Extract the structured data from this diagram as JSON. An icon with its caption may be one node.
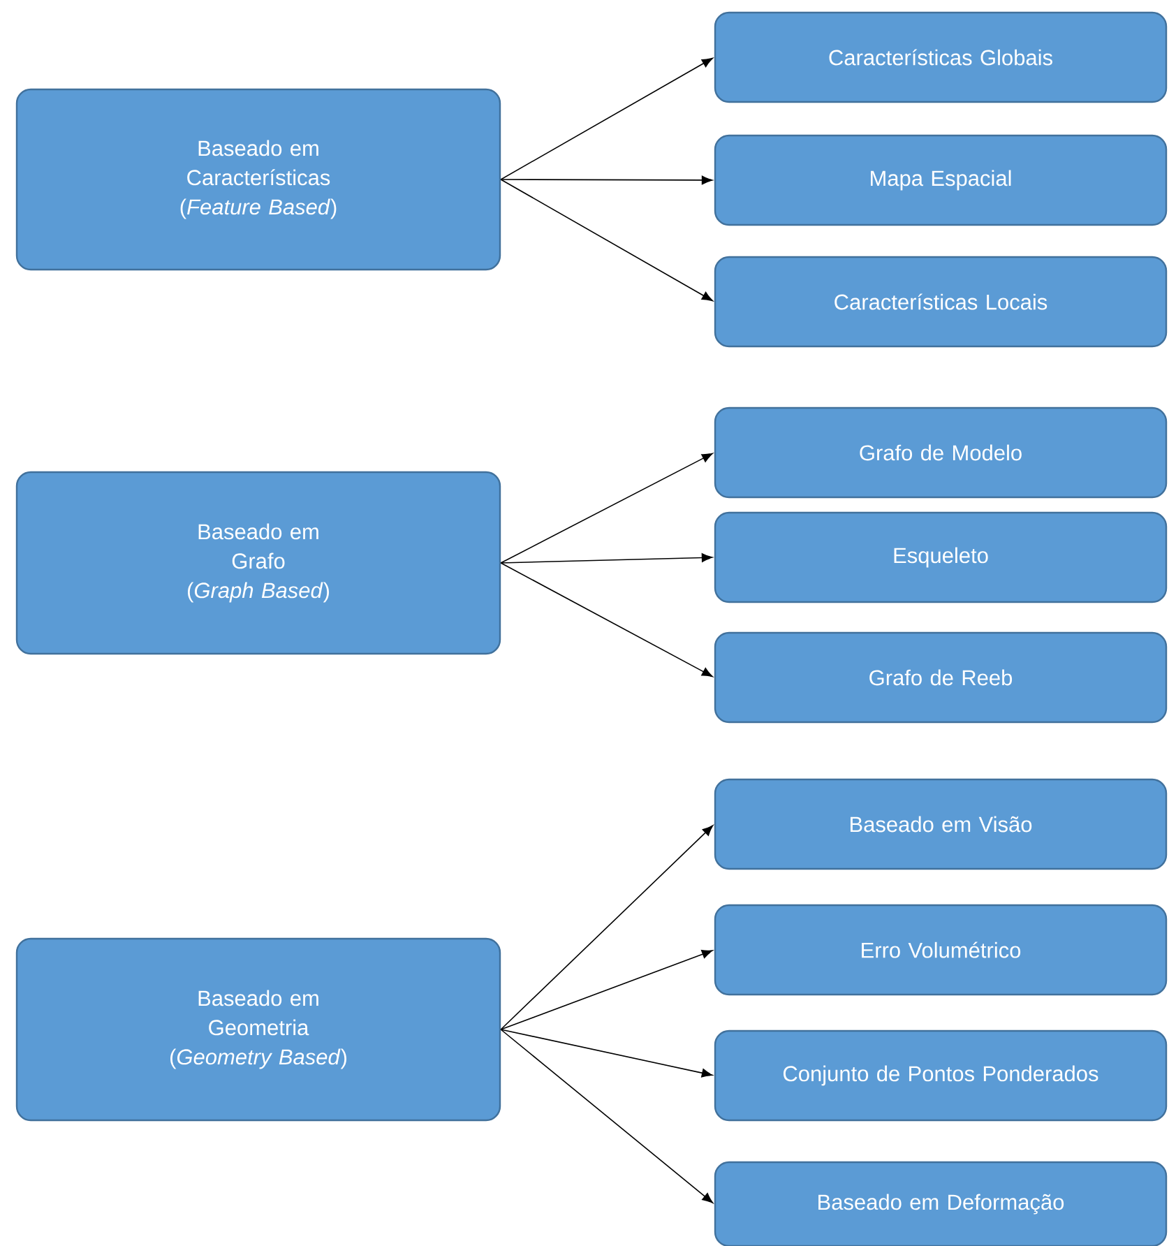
{
  "diagram": {
    "nodes": [
      {
        "text": [
          "Baseado em",
          "Características",
          "(*Feature Based*)"
        ]
      },
      {
        "text": [
          "Características Globais"
        ]
      },
      {
        "text": [
          "Mapa Espacial"
        ]
      },
      {
        "text": [
          "Características Locais"
        ]
      },
      {
        "text": [
          "Baseado em",
          "Grafo",
          "(*Graph Based*)"
        ]
      },
      {
        "text": [
          "Grafo de Modelo"
        ]
      },
      {
        "text": [
          "Esqueleto"
        ]
      },
      {
        "text": [
          "Grafo de Reeb"
        ]
      },
      {
        "text": [
          "Baseado em",
          "Geometria",
          "(*Geometry Based*)"
        ]
      },
      {
        "text": [
          "Baseado em Visão"
        ]
      },
      {
        "text": [
          "Erro Volumétrico"
        ]
      },
      {
        "text": [
          "Conjunto de Pontos Ponderados"
        ]
      },
      {
        "text": [
          "Baseado em Deformação"
        ]
      }
    ],
    "edges": [
      {
        "from": 0,
        "to": 1,
        "arrow": "to"
      },
      {
        "from": 0,
        "to": 2,
        "arrow": "to"
      },
      {
        "from": 0,
        "to": 3,
        "arrow": "to"
      },
      {
        "from": 4,
        "to": 5,
        "arrow": "to"
      },
      {
        "from": 4,
        "to": 6,
        "arrow": "to"
      },
      {
        "from": 4,
        "to": 7,
        "arrow": "to"
      },
      {
        "from": 8,
        "to": 9,
        "arrow": "to"
      },
      {
        "from": 8,
        "to": 10,
        "arrow": "to"
      },
      {
        "from": 8,
        "to": 11,
        "arrow": "to"
      },
      {
        "from": 8,
        "to": 12,
        "arrow": "to"
      }
    ]
  }
}
